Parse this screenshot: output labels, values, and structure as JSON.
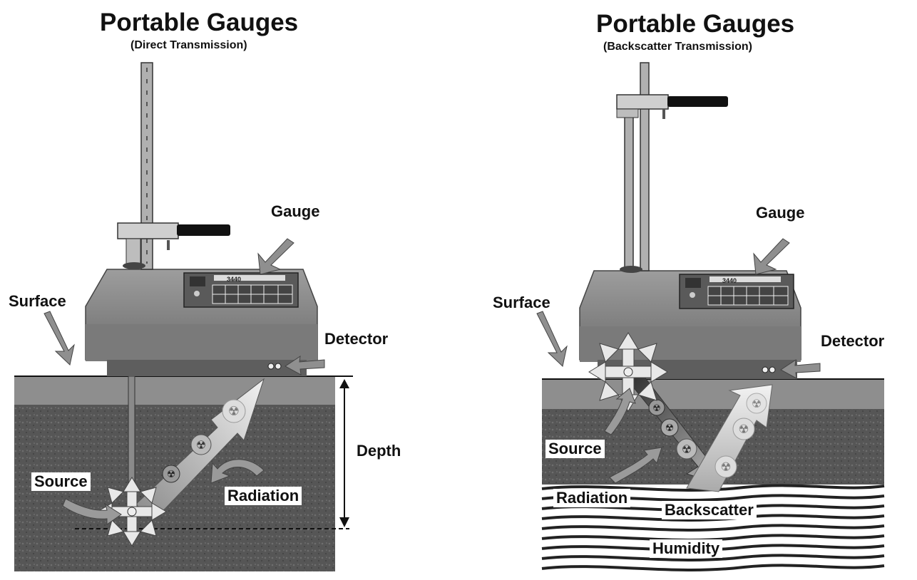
{
  "left_panel": {
    "title": "Portable Gauges",
    "subtitle": "(Direct Transmission)",
    "labels": {
      "gauge": "Gauge",
      "surface": "Surface",
      "detector": "Detector",
      "depth": "Depth",
      "source": "Source",
      "radiation": "Radiation"
    },
    "display_number": "3440"
  },
  "right_panel": {
    "title": "Portable Gauges",
    "subtitle": "(Backscatter Transmission)",
    "labels": {
      "gauge": "Gauge",
      "surface": "Surface",
      "detector": "Detector",
      "source": "Source",
      "radiation": "Radiation",
      "backscatter": "Backscatter",
      "humidity": "Humidity"
    },
    "display_number": "3440"
  },
  "colors": {
    "gauge_body": "#8a8a8a",
    "soil": "#5c5c5c",
    "surface_layer": "#9a9a9a",
    "arrow": "#c8c8c8"
  }
}
